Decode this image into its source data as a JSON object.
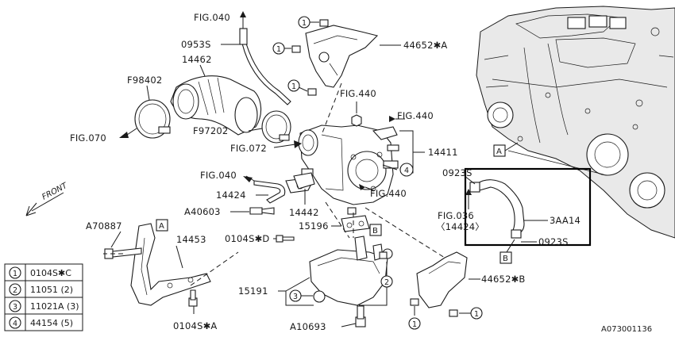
{
  "diagram": {
    "callouts": {
      "fig040_top": "FIG.040",
      "p0953s": "0953S",
      "p14462": "14462",
      "f98402": "F98402",
      "fig070": "FIG.070",
      "f97202": "F97202",
      "fig072": "FIG.072",
      "fig440_a": "FIG.440",
      "fig440_b": "FIG.440",
      "fig440_c": "FIG.440",
      "p14411": "14411",
      "p44652a": "44652✱A",
      "fig040_mid": "FIG.040",
      "p14424": "14424",
      "p14442": "14442",
      "a40603": "A40603",
      "p15196": "15196",
      "a70887": "A70887",
      "p14453": "14453",
      "p0104sd": "0104S✱D",
      "p15191": "15191",
      "p0104sa": "0104S✱A",
      "a10693": "A10693",
      "p44652b": "44652✱B",
      "p0923s_top": "0923S",
      "fig036": "FIG.036",
      "p14424_br": "〈14424〉",
      "p3aa14": "3AA14",
      "p0923s_bot": "0923S",
      "front": "FRONT",
      "diagram_id": "A073001136"
    },
    "ref_markers": {
      "a": "A",
      "b": "B"
    },
    "circled": {
      "one": "1",
      "two": "2",
      "three": "3",
      "four": "4"
    },
    "legend": [
      {
        "num": "1",
        "part": "0104S✱C"
      },
      {
        "num": "2",
        "part": "11051 (2)"
      },
      {
        "num": "3",
        "part": "11021A (3)"
      },
      {
        "num": "4",
        "part": "44154 (5)"
      }
    ]
  }
}
